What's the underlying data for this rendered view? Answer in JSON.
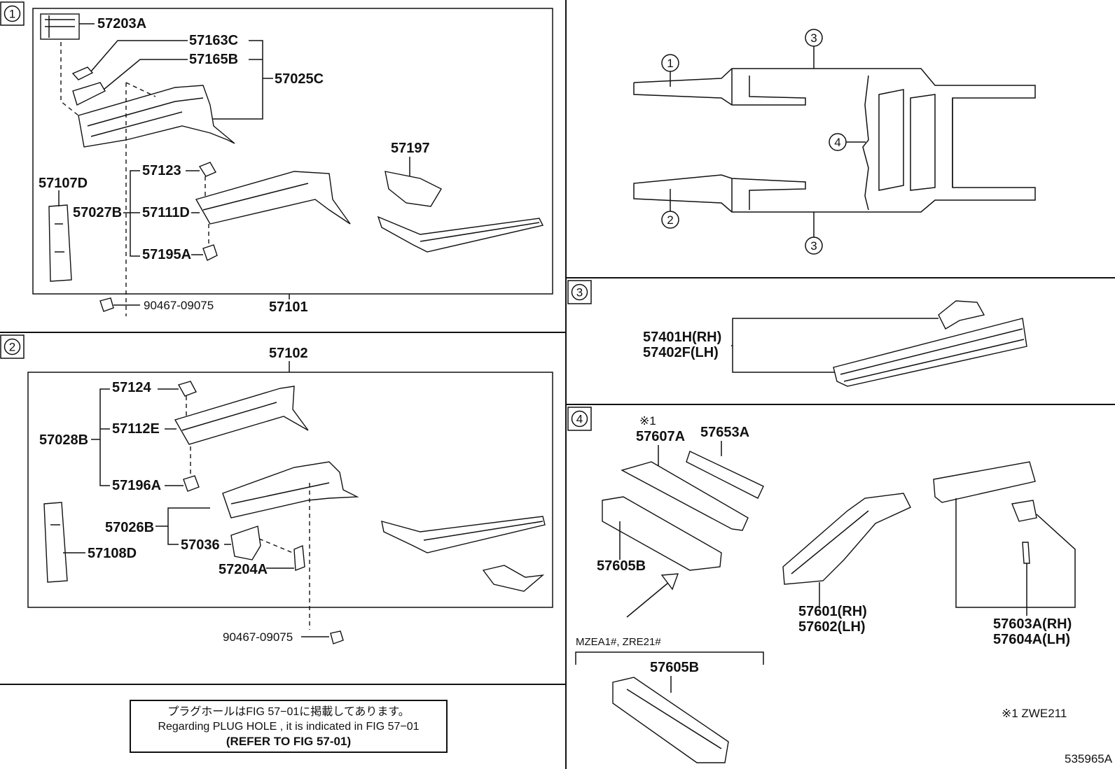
{
  "sections": {
    "s1": {
      "num": "1"
    },
    "s2": {
      "num": "2"
    },
    "s3": {
      "num": "3"
    },
    "s4": {
      "num": "4"
    }
  },
  "overview": {
    "c1": "1",
    "c2": "2",
    "c3a": "3",
    "c3b": "3",
    "c4": "4"
  },
  "labels": {
    "p57203A": "57203A",
    "p57163C": "57163C",
    "p57165B": "57165B",
    "p57025C": "57025C",
    "p57107D": "57107D",
    "p57123": "57123",
    "p57027B": "57027B",
    "p57111D": "57111D",
    "p57195A": "57195A",
    "p57197": "57197",
    "p90467a": "90467-09075",
    "p57101": "57101",
    "p57102": "57102",
    "p57124": "57124",
    "p57028B": "57028B",
    "p57112E": "57112E",
    "p57196A": "57196A",
    "p57026B": "57026B",
    "p57036": "57036",
    "p57108D": "57108D",
    "p57204A": "57204A",
    "p90467b": "90467-09075",
    "p57401H": "57401H(RH)",
    "p57402F": "57402F(LH)",
    "star1a": "※1",
    "p57607A": "57607A",
    "p57653A": "57653A",
    "p57605Ba": "57605B",
    "p57601": "57601(RH)",
    "p57602": "57602(LH)",
    "p57603A": "57603A(RH)",
    "p57604A": "57604A(LH)",
    "model": "MZEA1#, ZRE21#",
    "p57605Bb": "57605B",
    "star1b": "※1 ZWE211"
  },
  "note": {
    "line1": "プラグホールはFIG 57−01に掲載してあります。",
    "line2": "Regarding PLUG HOLE , it is indicated in FIG 57−01",
    "line3": "(REFER TO FIG 57-01)"
  },
  "diagram_id": "535965A"
}
